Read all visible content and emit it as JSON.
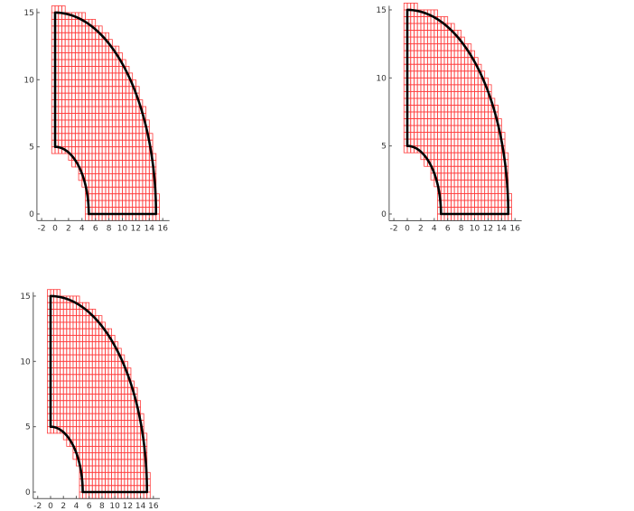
{
  "colors": {
    "grid": "#ff3b3b",
    "boundary": "#000000",
    "axis": "#555555",
    "tick_label": "#333333"
  },
  "chart_data": [
    {
      "type": "diagram",
      "description_units": "data units",
      "xlim": [
        -2.7,
        17
      ],
      "ylim": [
        -0.5,
        15.3
      ],
      "xticks": [
        -2,
        0,
        2,
        4,
        6,
        8,
        10,
        12,
        14,
        16
      ],
      "yticks": [
        0,
        5,
        10,
        15
      ],
      "xtick_labels": [
        "-2",
        "0",
        "2",
        "4",
        "6",
        "8",
        "10",
        "12",
        "14",
        "16"
      ],
      "ytick_labels": [
        "0",
        "5",
        "10",
        "15"
      ],
      "inner_radius": 5,
      "outer_radius": 15,
      "cell_size": 0.5
    },
    {
      "type": "diagram",
      "description_units": "data units",
      "xlim": [
        -2.7,
        17
      ],
      "ylim": [
        -0.5,
        15.3
      ],
      "xticks": [
        -2,
        0,
        2,
        4,
        6,
        8,
        10,
        12,
        14,
        16
      ],
      "yticks": [
        0,
        5,
        10,
        15
      ],
      "xtick_labels": [
        "-2",
        "0",
        "2",
        "4",
        "6",
        "8",
        "10",
        "12",
        "14",
        "16"
      ],
      "ytick_labels": [
        "0",
        "5",
        "10",
        "15"
      ],
      "inner_radius": 5,
      "outer_radius": 15,
      "cell_size": 0.5
    },
    {
      "type": "diagram",
      "description_units": "data units",
      "xlim": [
        -2.7,
        17
      ],
      "ylim": [
        -0.5,
        15.3
      ],
      "xticks": [
        -2,
        0,
        2,
        4,
        6,
        8,
        10,
        12,
        14,
        16
      ],
      "yticks": [
        0,
        5,
        10,
        15
      ],
      "xtick_labels": [
        "-2",
        "0",
        "2",
        "4",
        "6",
        "8",
        "10",
        "12",
        "14",
        "16"
      ],
      "ytick_labels": [
        "0",
        "5",
        "10",
        "15"
      ],
      "inner_radius": 5,
      "outer_radius": 15,
      "cell_size": 0.5
    }
  ]
}
